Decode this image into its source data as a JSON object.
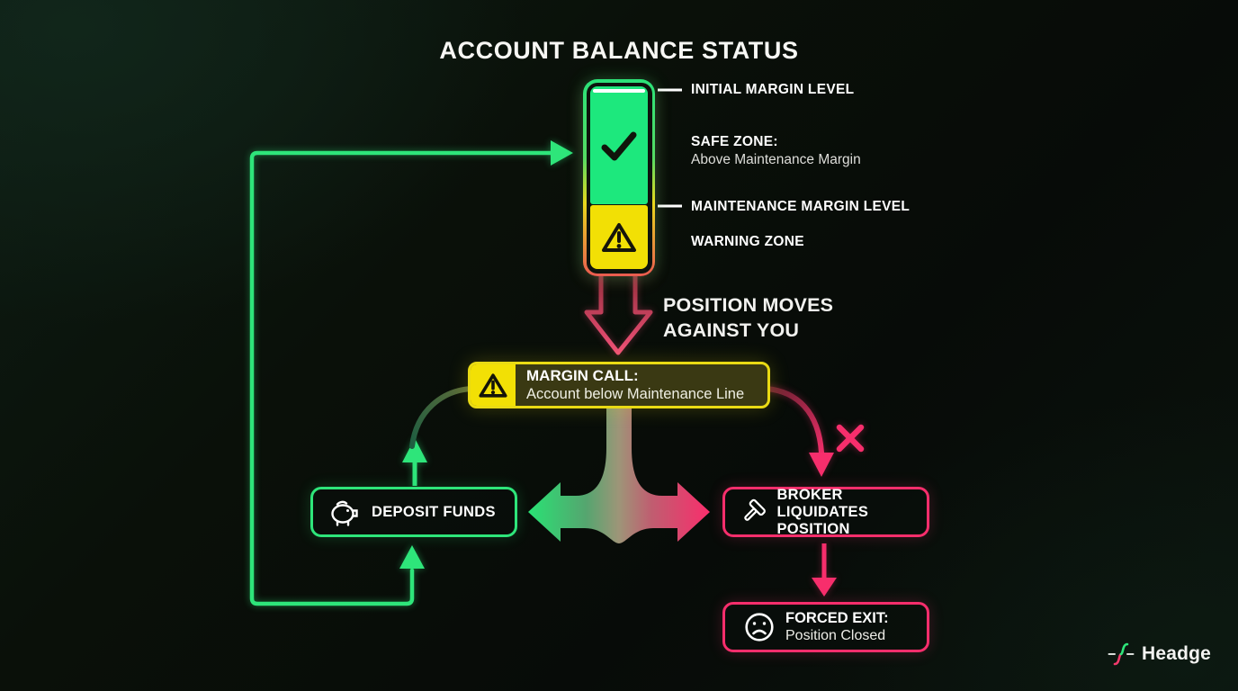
{
  "title": "ACCOUNT BALANCE STATUS",
  "gauge": {
    "initial_margin_label": "INITIAL MARGIN LEVEL",
    "safe_zone_title": "SAFE ZONE:",
    "safe_zone_subtitle": "Above Maintenance Margin",
    "maintenance_margin_label": "MAINTENANCE MARGIN LEVEL",
    "warning_zone_label": "WARNING ZONE",
    "safe_icon": "check-icon",
    "warning_icon": "warning-triangle-icon",
    "colors": {
      "safe_fill": "#1de87d",
      "warning_fill": "#f2e005"
    }
  },
  "transition": {
    "line1": "POSITION MOVES",
    "line2": "AGAINST YOU"
  },
  "margin_call": {
    "title": "MARGIN CALL:",
    "subtitle": "Account below Maintenance Line",
    "icon": "warning-triangle-icon"
  },
  "deposit": {
    "label": "DEPOSIT FUNDS",
    "icon": "piggy-bank-icon"
  },
  "broker": {
    "line1": "BROKER LIQUIDATES",
    "line2": "POSITION",
    "icon": "hammer-icon"
  },
  "forced_exit": {
    "title": "FORCED EXIT:",
    "subtitle": "Position Closed",
    "icon": "sad-face-icon"
  },
  "brand": {
    "name": "Headge",
    "icon": "wave-logo-icon"
  },
  "colors": {
    "green": "#2ee57a",
    "pink": "#f72e6c",
    "yellow": "#f2e005",
    "olive_box": "#3a3913",
    "background_tint": "#0c1b13"
  }
}
